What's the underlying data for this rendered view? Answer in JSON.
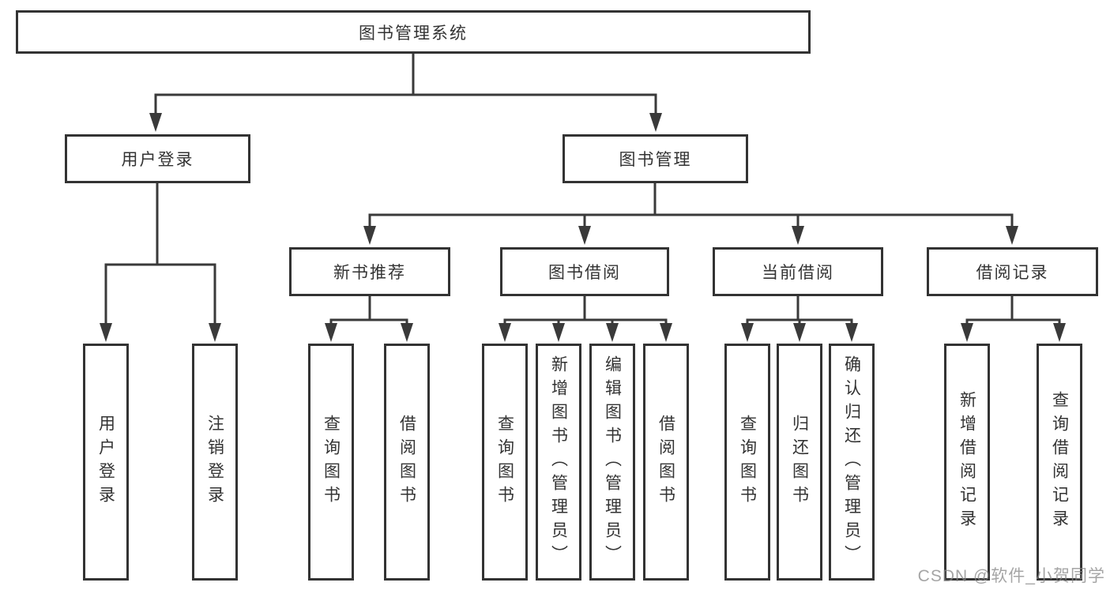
{
  "tree": {
    "label": "图书管理系统",
    "children": [
      {
        "label": "用户登录",
        "children": [
          {
            "label": "用户登录"
          },
          {
            "label": "注销登录"
          }
        ]
      },
      {
        "label": "图书管理",
        "children": [
          {
            "label": "新书推荐",
            "children": [
              {
                "label": "查询图书"
              },
              {
                "label": "借阅图书"
              }
            ]
          },
          {
            "label": "图书借阅",
            "children": [
              {
                "label": "查询图书"
              },
              {
                "label": "新增图书（管理员）"
              },
              {
                "label": "编辑图书（管理员）"
              },
              {
                "label": "借阅图书"
              }
            ]
          },
          {
            "label": "当前借阅",
            "children": [
              {
                "label": "查询图书"
              },
              {
                "label": "归还图书"
              },
              {
                "label": "确认归还（管理员）"
              }
            ]
          },
          {
            "label": "借阅记录",
            "children": [
              {
                "label": "新增借阅记录"
              },
              {
                "label": "查询借阅记录"
              }
            ]
          }
        ]
      }
    ]
  },
  "watermark": {
    "text": "CSDN @软件_小贺同学"
  },
  "colors": {
    "background": "#ffffff",
    "box_border": "#333333",
    "line": "#3a3a3a",
    "text": "#333333",
    "watermark": "#878787"
  }
}
